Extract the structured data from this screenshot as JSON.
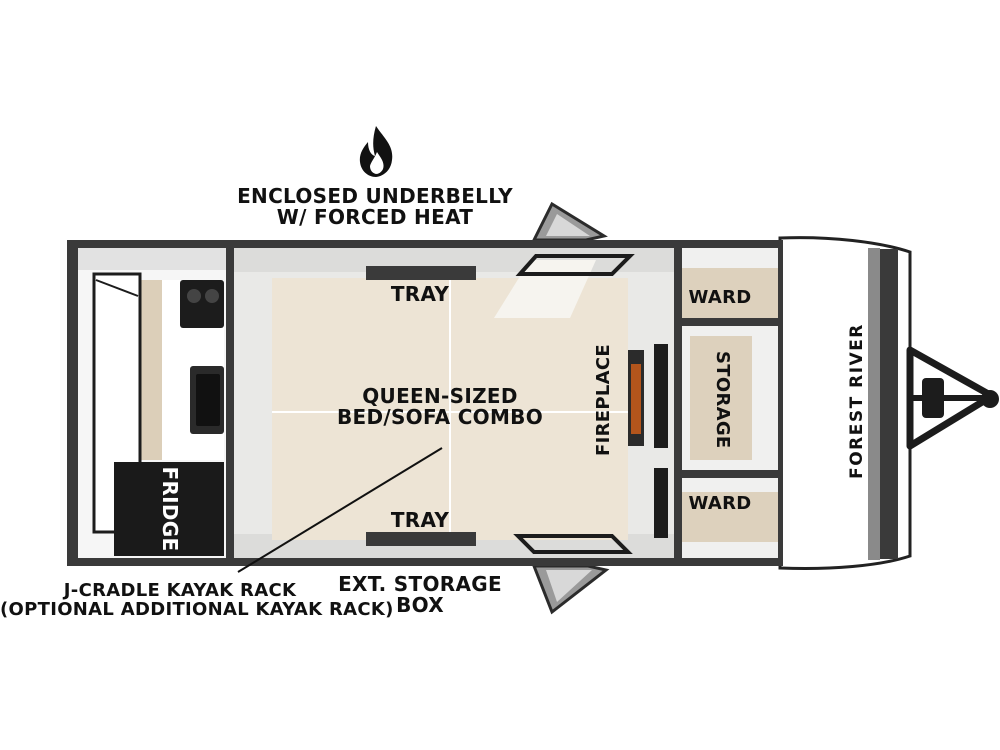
{
  "callouts": {
    "underbelly_line1": "ENCLOSED UNDERBELLY",
    "underbelly_line2": "W/ FORCED HEAT",
    "ext_storage_line1": "EXT. STORAGE",
    "ext_storage_line2": "BOX",
    "kayak_line1": "J-CRADLE KAYAK RACK",
    "kayak_line2": "(OPTIONAL ADDITIONAL KAYAK RACK)"
  },
  "rooms": {
    "tray_top": "TRAY",
    "tray_bottom": "TRAY",
    "bed_line1": "QUEEN-SIZED",
    "bed_line2": "BED/SOFA COMBO",
    "fireplace": "FIREPLACE",
    "fridge": "FRIDGE",
    "ward_top": "WARD",
    "ward_bottom": "WARD",
    "storage": "STORAGE"
  },
  "brand": "FOREST RIVER",
  "icons": {
    "heat": "flame-icon"
  },
  "colors": {
    "wall": "#3a3a3a",
    "floor": "#e8e8e6",
    "bed": "#ece4d6",
    "wood": "#dfd2bd",
    "dark": "#1c1c1c"
  }
}
